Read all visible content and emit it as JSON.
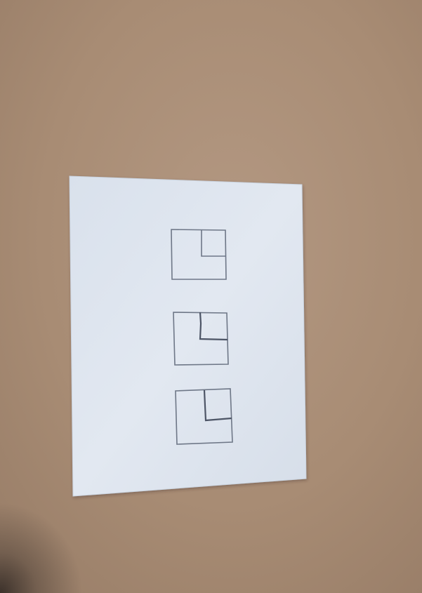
{
  "photo": {
    "colors": {
      "cardboard": "#a88c74",
      "cardboard_light": "#b39882",
      "cardboard_dark": "#9a7f69",
      "paper": "#dfe6ef",
      "paper_edge": "#c9d2de",
      "ink": "#6e7787",
      "ink_dark": "#4d5566",
      "shadow": "#2c2420"
    },
    "figures": [
      {
        "label": "square-with-corner-box-1"
      },
      {
        "label": "square-with-corner-box-2"
      },
      {
        "label": "square-with-corner-box-3"
      }
    ]
  }
}
